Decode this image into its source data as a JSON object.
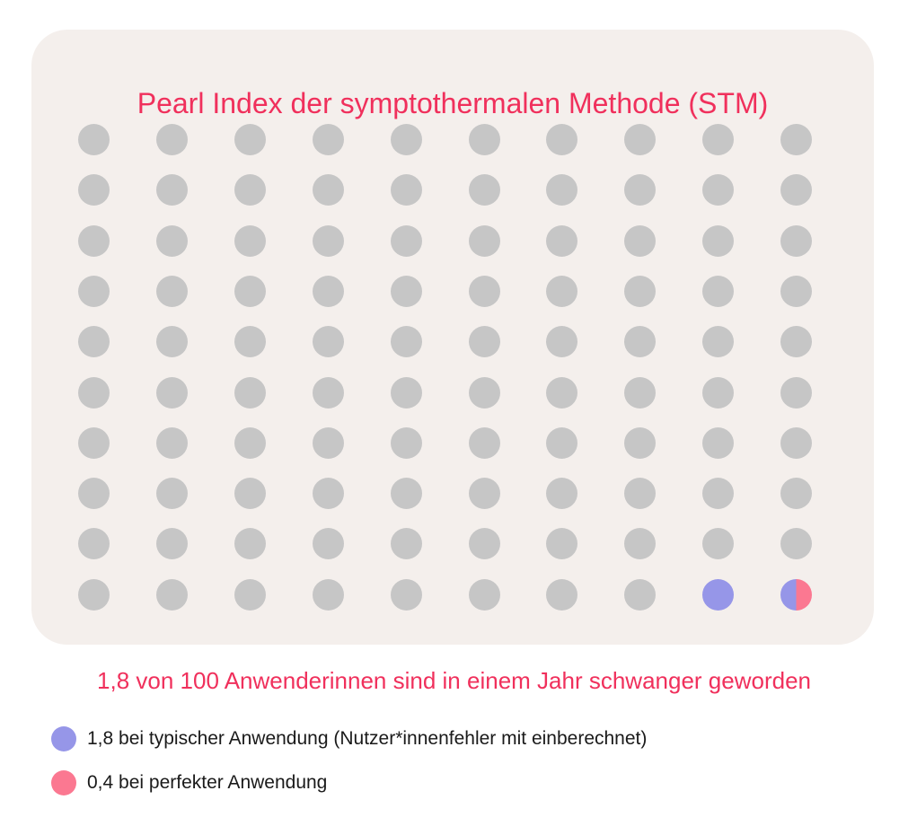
{
  "chart_data": {
    "type": "pictogram",
    "title": "Pearl Index der symptothermalen Methode (STM)",
    "subtitle": "1,8 von 100 Anwenderinnen sind in einem Jahr schwanger geworden",
    "total_units": 100,
    "rows": 10,
    "cols": 10,
    "series": [
      {
        "name": "1,8 bei typischer Anwendung (Nutzer*innenfehler mit einberechnet)",
        "value": 1.8,
        "color": "#9696e8"
      },
      {
        "name": "0,4 bei perfekter Anwendung",
        "value": 0.4,
        "color": "#fb7891"
      }
    ],
    "neutral_color": "#c6c6c6",
    "highlighted_dots": [
      {
        "row": 10,
        "col": 9,
        "fill": "typical"
      },
      {
        "row": 10,
        "col": 10,
        "fill": "split",
        "left": "typical",
        "right": "perfect"
      }
    ]
  },
  "colors": {
    "accent": "#f0305c",
    "card_bg": "#f4efec",
    "neutral": "#c6c6c6",
    "typical": "#9696e8",
    "perfect": "#fb7891"
  },
  "title": "Pearl Index der symptothermalen Methode (STM)",
  "subtitle": "1,8 von 100 Anwenderinnen sind in einem Jahr schwanger geworden",
  "legend": [
    {
      "label": "1,8 bei typischer Anwendung (Nutzer*innenfehler mit einberechnet)",
      "color": "#9696e8"
    },
    {
      "label": "0,4 bei perfekter Anwendung",
      "color": "#fb7891"
    }
  ]
}
